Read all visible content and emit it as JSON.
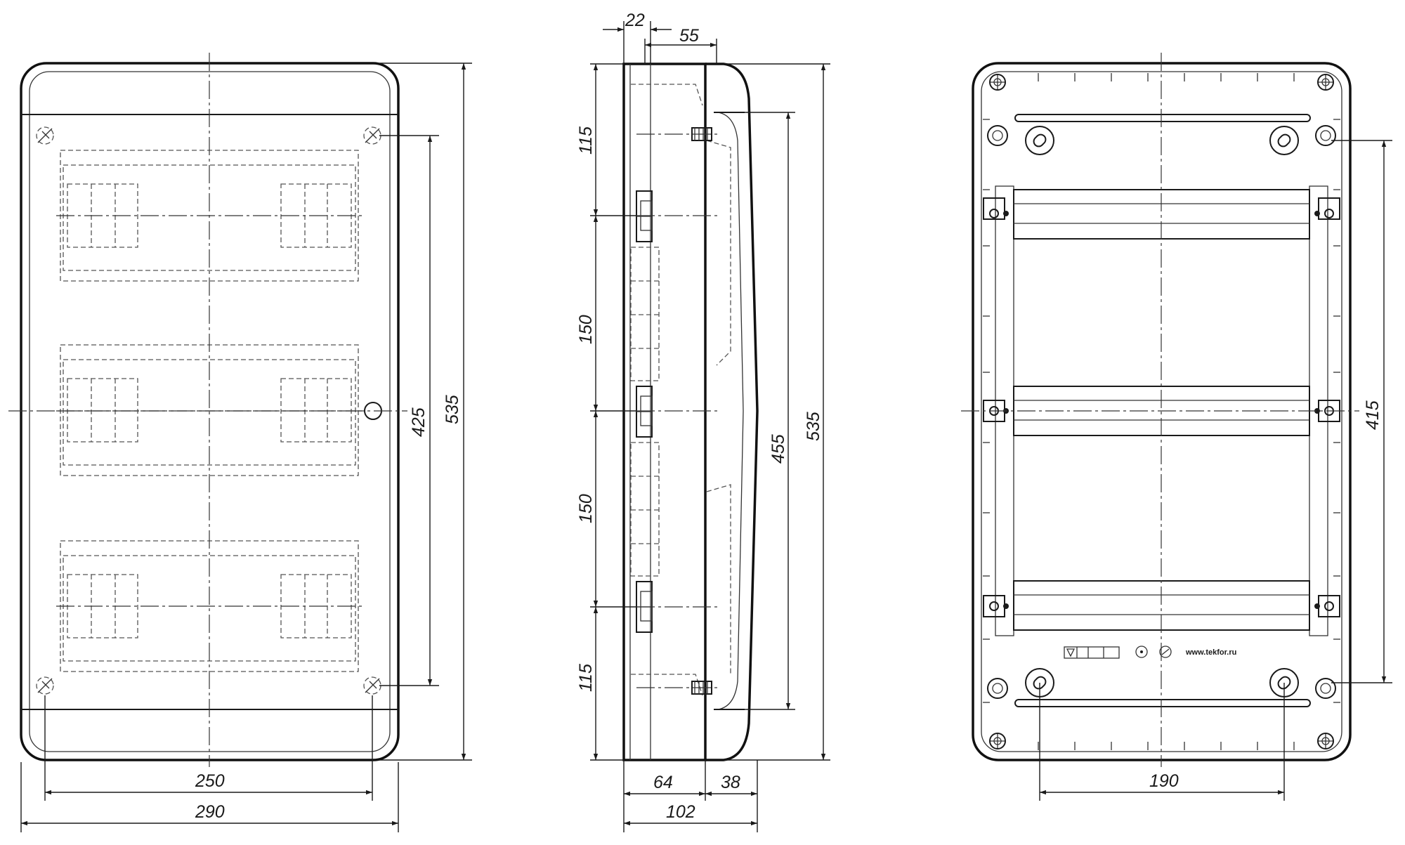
{
  "front_view": {
    "dimensions": {
      "overall_width": "290",
      "mounting_width": "250",
      "overall_height": "535",
      "mounting_height": "425"
    },
    "din_rows": 3
  },
  "side_view": {
    "dimensions": {
      "top_offset": "22",
      "top_depth": "55",
      "segment_top": "115",
      "segment_mid_1": "150",
      "segment_mid_2": "150",
      "segment_bottom": "115",
      "door_height": "455",
      "overall_height": "535",
      "body_depth": "64",
      "door_depth": "38",
      "overall_depth": "102"
    }
  },
  "rear_view": {
    "dimensions": {
      "hole_spacing_horizontal": "190",
      "hole_spacing_vertical": "415"
    },
    "website": "www.tekfor.ru"
  }
}
